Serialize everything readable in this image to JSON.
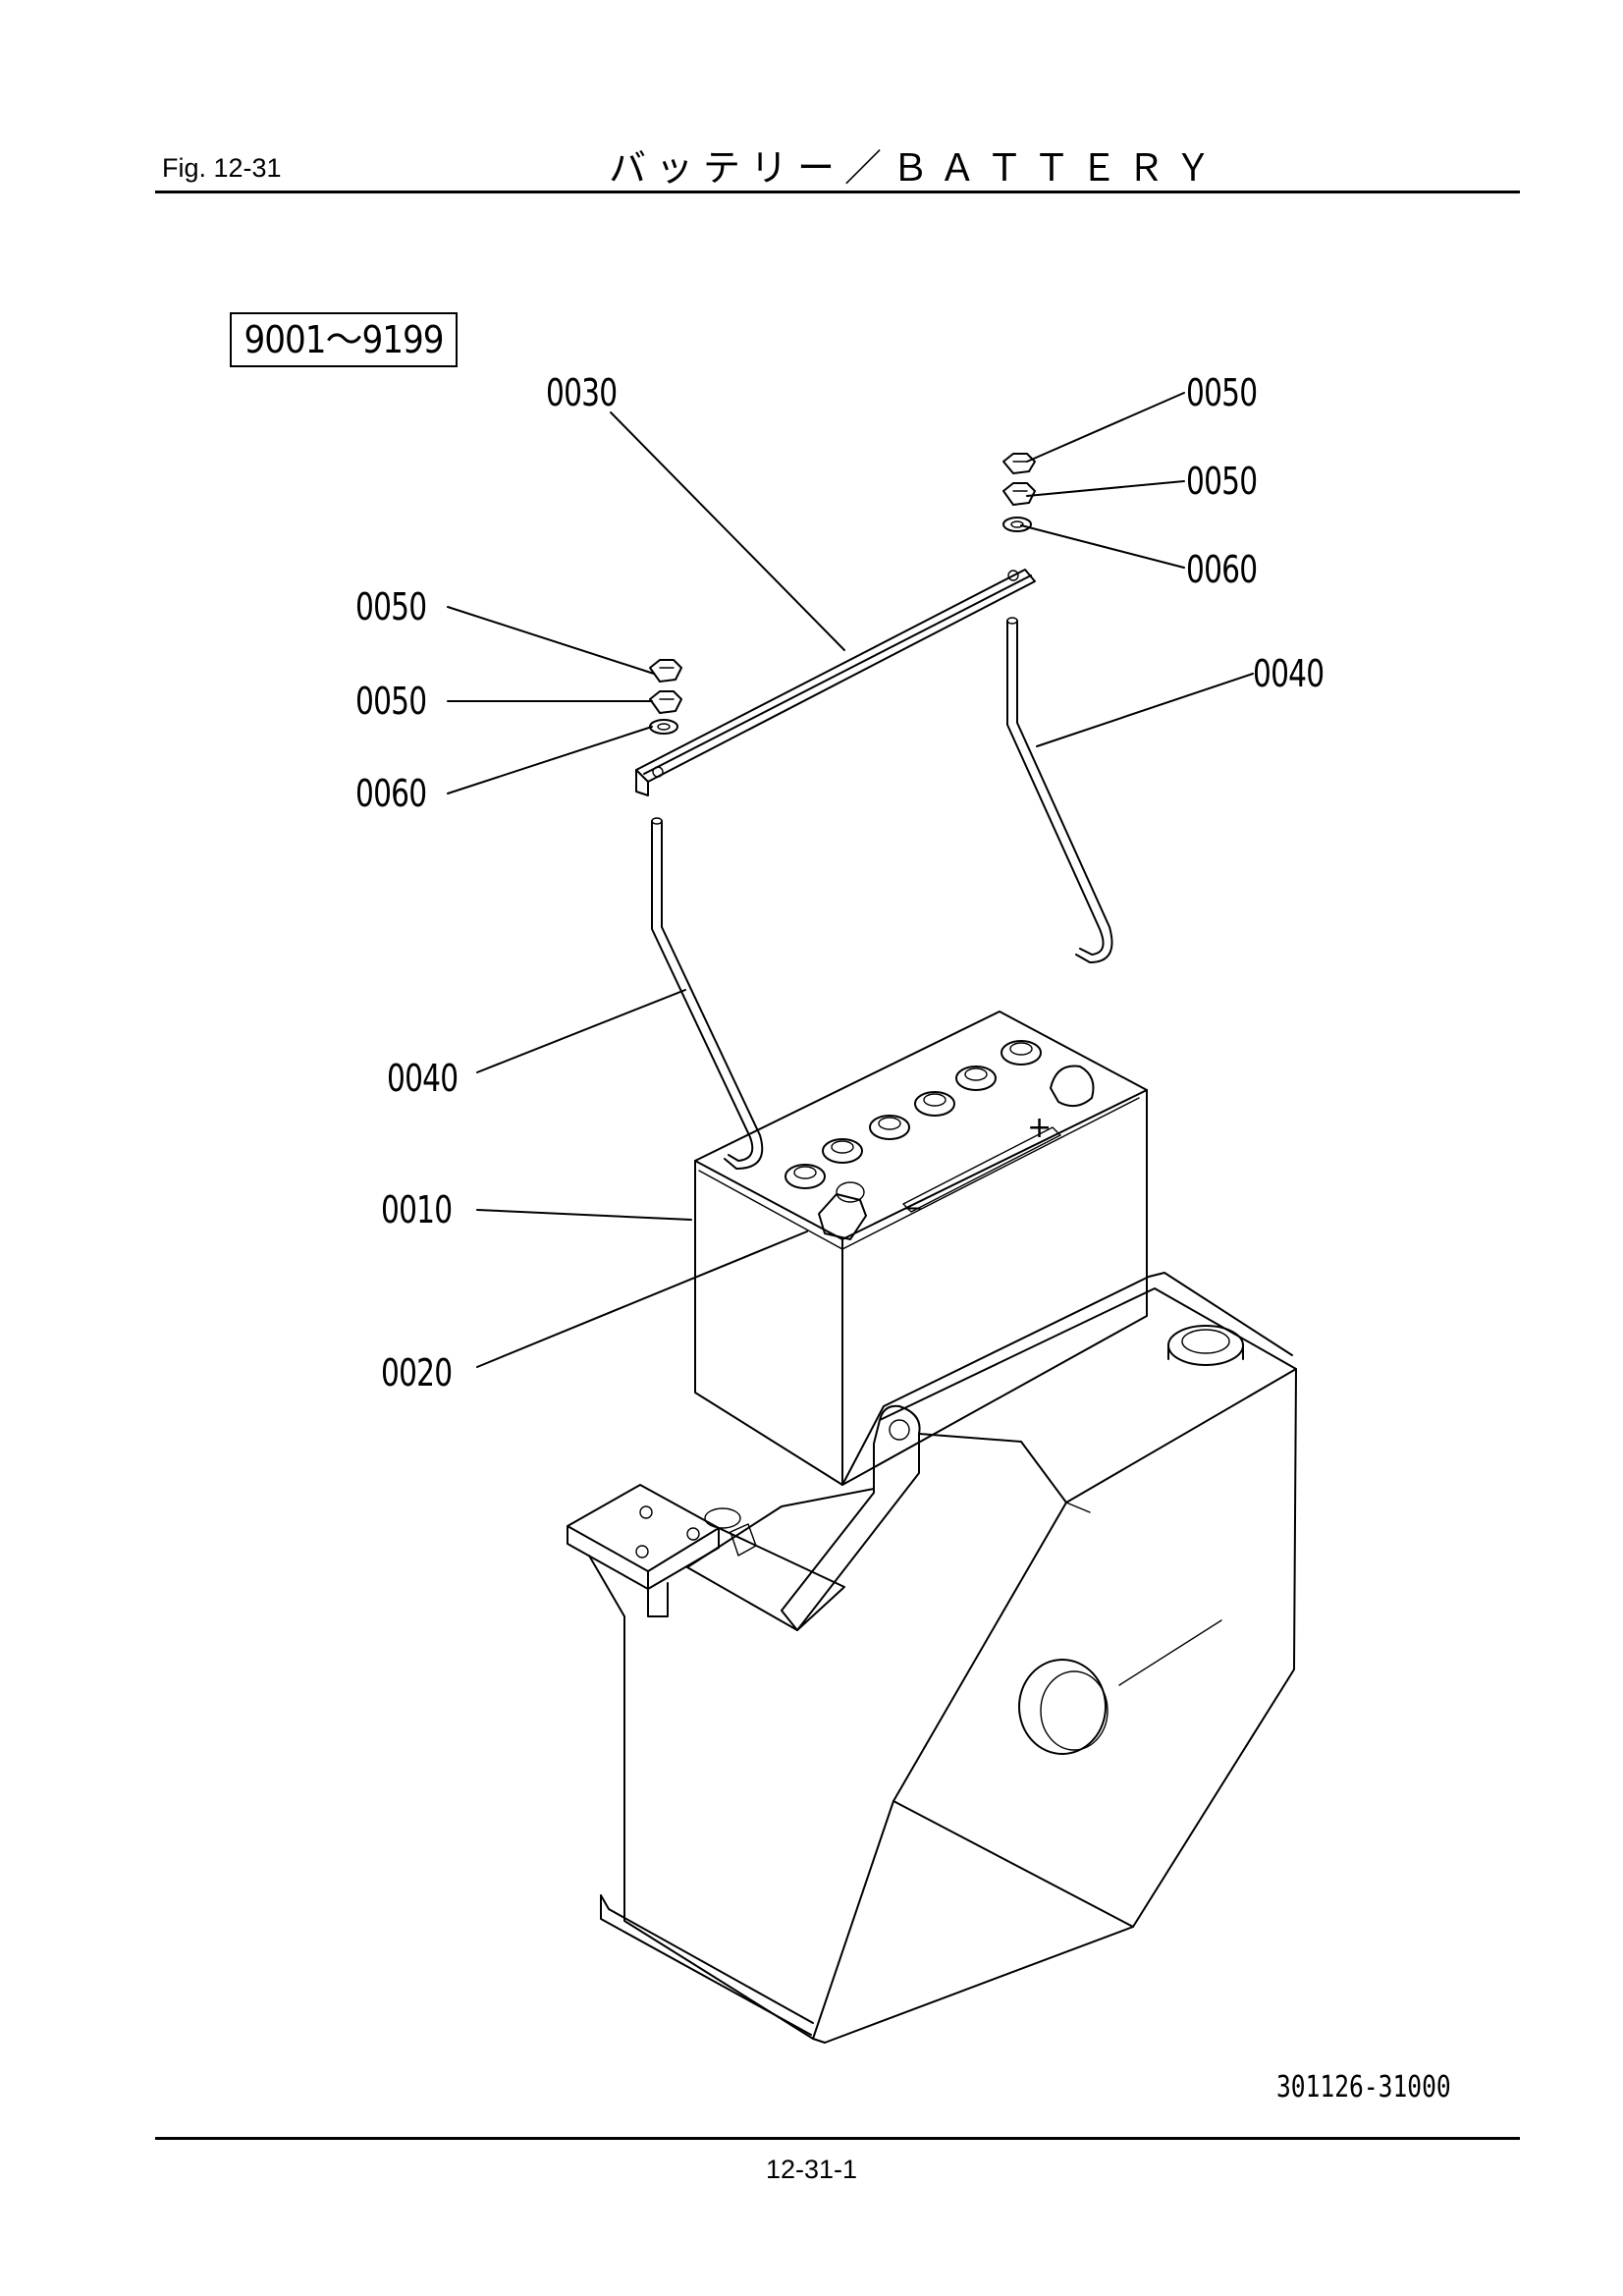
{
  "header": {
    "fig_label": "Fig.  12-31",
    "title": "バッテリー／ＢＡＴＴＥＲＹ"
  },
  "serial_range": "9001～9199",
  "callouts": [
    {
      "id": "c1",
      "text": "0030"
    },
    {
      "id": "c2",
      "text": "0050"
    },
    {
      "id": "c3",
      "text": "0050"
    },
    {
      "id": "c4",
      "text": "0060"
    },
    {
      "id": "c5",
      "text": "0040"
    },
    {
      "id": "c6",
      "text": "0050"
    },
    {
      "id": "c7",
      "text": "0050"
    },
    {
      "id": "c8",
      "text": "0060"
    },
    {
      "id": "c9",
      "text": "0040"
    },
    {
      "id": "c10",
      "text": "0010"
    },
    {
      "id": "c11",
      "text": "0020"
    }
  ],
  "battery_polarity": {
    "minus": "−",
    "plus": "+"
  },
  "drawing_number": "301126-31000",
  "page_number": "12-31-1"
}
